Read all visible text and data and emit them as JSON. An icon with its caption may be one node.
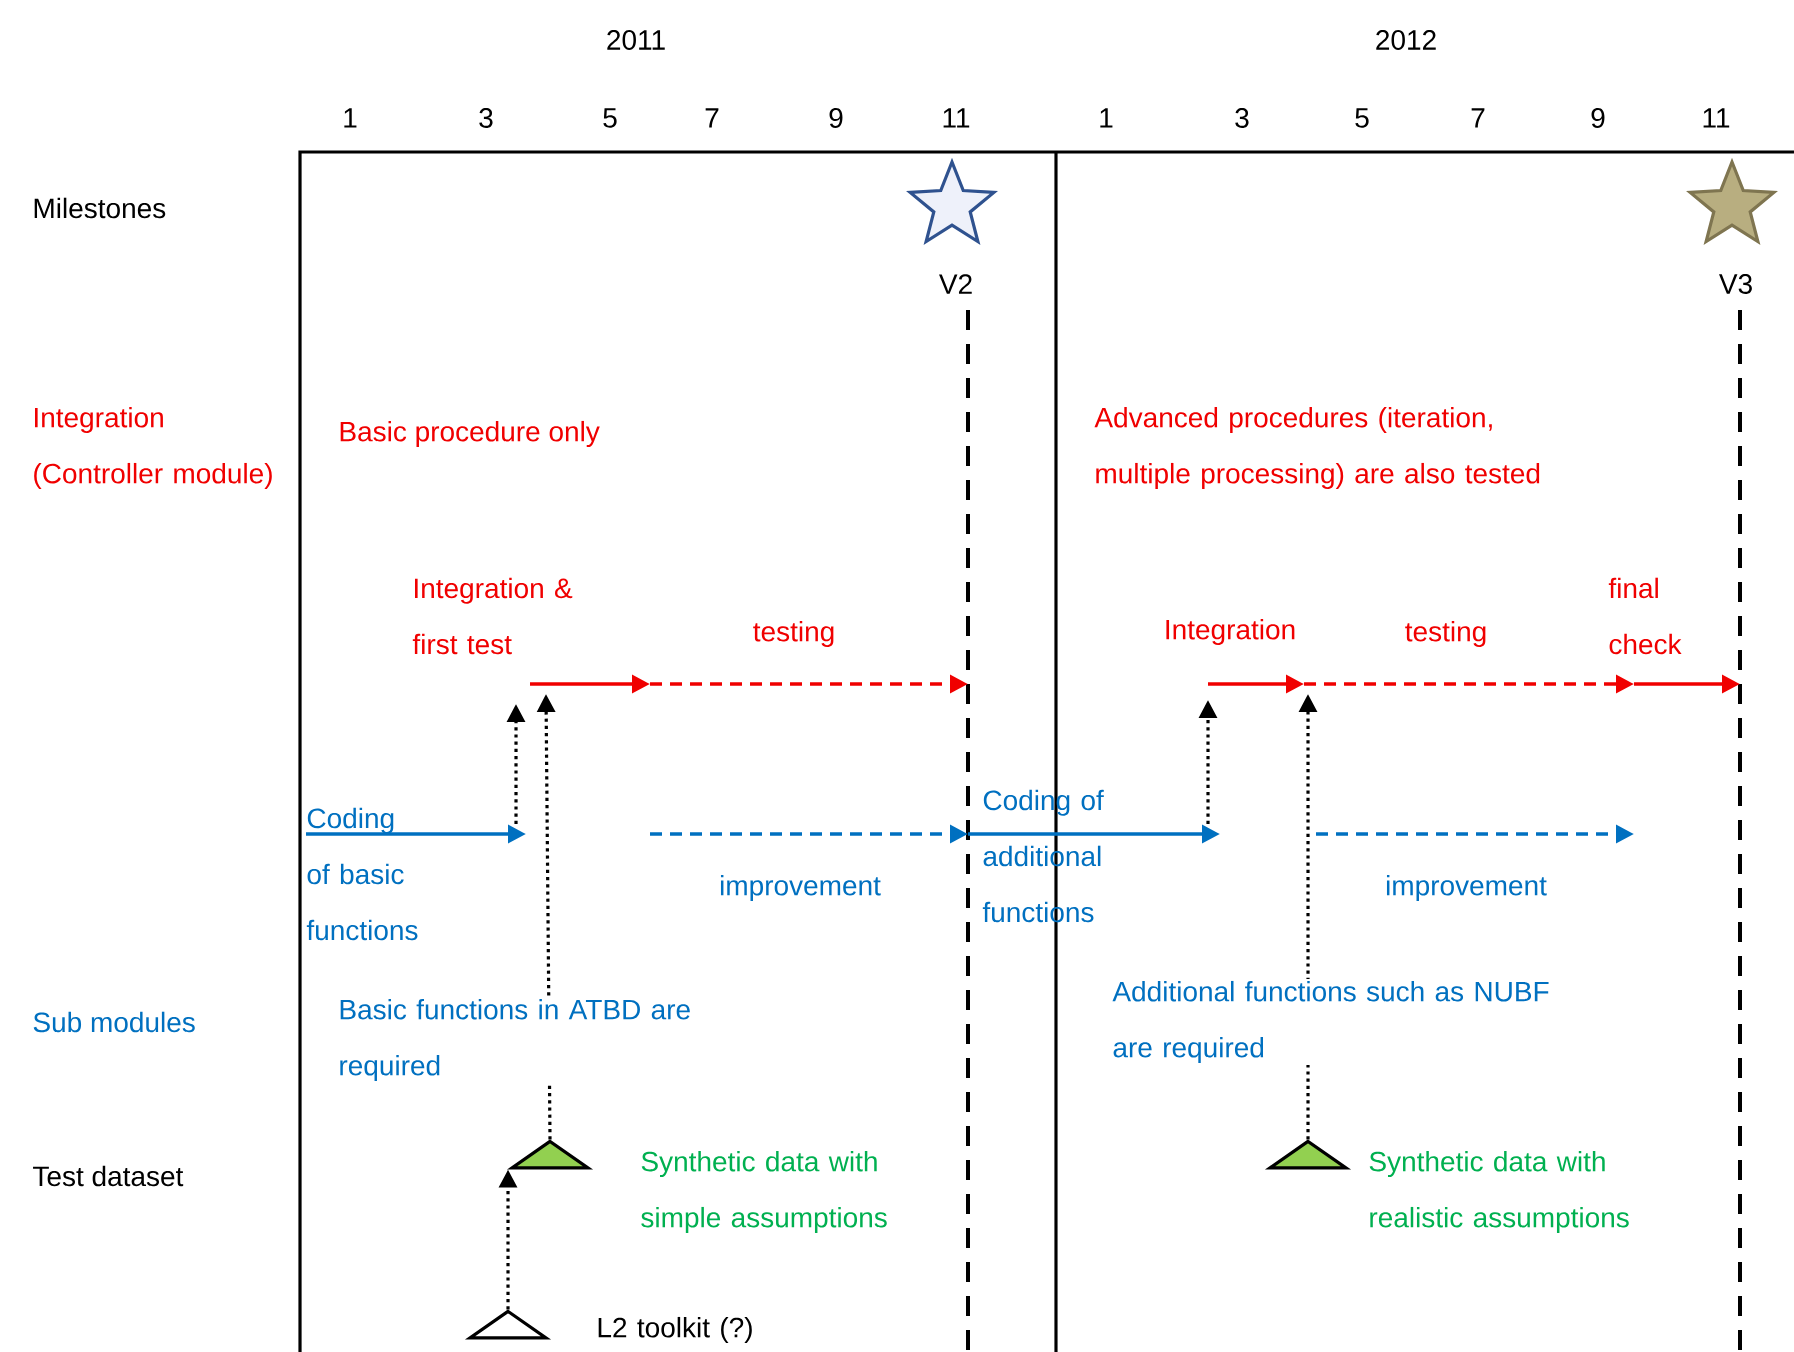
{
  "diagram": {
    "nodes": [
      {
        "text": [],
        "shape": "star",
        "beside": [
          "V2"
        ]
      },
      {
        "text": [],
        "shape": "star",
        "beside": [
          "V3"
        ]
      },
      {
        "text": [],
        "shape": "triangle",
        "beside": [
          "Synthetic data with simple assumptions"
        ]
      },
      {
        "text": [],
        "shape": "triangle",
        "beside": [
          "L2 toolkit (?)"
        ]
      },
      {
        "text": [],
        "shape": "triangle",
        "beside": [
          "Synthetic data with realistic assumptions"
        ]
      }
    ],
    "edges": [
      {
        "from": 3,
        "to": 2,
        "arrow": "to"
      },
      {
        "from": 2,
        "to": null,
        "arrow": "to"
      },
      {
        "from": 4,
        "to": null,
        "arrow": "to"
      }
    ],
    "labels": [
      "2011",
      "2012",
      "1",
      "3",
      "5",
      "7",
      "9",
      "11",
      "1",
      "3",
      "5",
      "7",
      "9",
      "11",
      "Milestones",
      "Integration (Controller module)",
      "Basic procedure only",
      "Advanced procedures (iteration,  multiple processing) are also tested",
      "Integration & first test",
      "testing",
      "Integration",
      "testing",
      "final check",
      "Coding of basic functions",
      "improvement",
      "Coding of additional functions",
      "improvement",
      "Sub modules",
      "Basic functions in ATBD are required",
      "Additional functions such as NUBF are required",
      "Test dataset"
    ]
  }
}
